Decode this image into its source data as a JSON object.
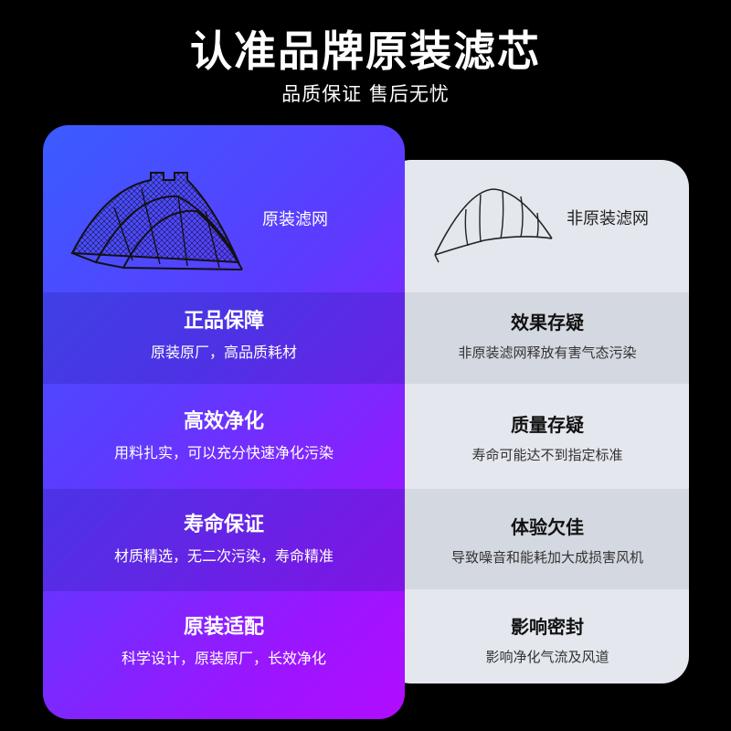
{
  "header": {
    "title": "认准品牌原装滤芯",
    "subtitle": "品质保证 售后无忧"
  },
  "original": {
    "image_label": "原装滤网",
    "rows": [
      {
        "heading": "正品保障",
        "desc": "原装原厂，高品质耗材"
      },
      {
        "heading": "高效净化",
        "desc": "用料扎实，可以充分快速净化污染"
      },
      {
        "heading": "寿命保证",
        "desc": "材质精选，无二次污染，寿命精准"
      },
      {
        "heading": "原装适配",
        "desc": "科学设计，原装原厂，长效净化"
      }
    ]
  },
  "non_original": {
    "image_label": "非原装滤网",
    "rows": [
      {
        "heading": "效果存疑",
        "desc": "非原装滤网释放有害气态污染"
      },
      {
        "heading": "质量存疑",
        "desc": "寿命可能达不到指定标准"
      },
      {
        "heading": "体验欠佳",
        "desc": "导致噪音和能耗加大成损害风机"
      },
      {
        "heading": "影响密封",
        "desc": "影响净化气流及风道"
      }
    ]
  },
  "colors": {
    "background": "#000000",
    "gradient_start": "#3a5cff",
    "gradient_end": "#b20cff",
    "panel_light": "#e4e7ee"
  }
}
